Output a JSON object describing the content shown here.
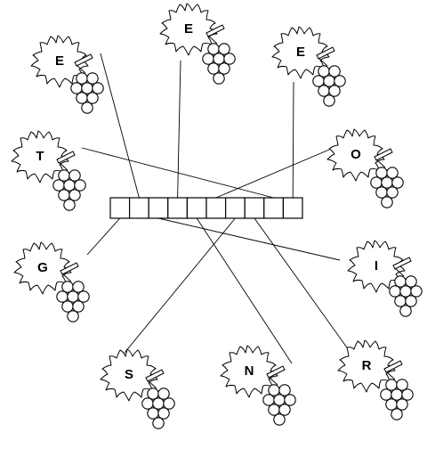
{
  "puzzle": {
    "answer_box_cells": 10,
    "letters": [
      "E",
      "E",
      "E",
      "T",
      "O",
      "G",
      "I",
      "S",
      "N",
      "R"
    ],
    "connections": [
      {
        "letter": "E",
        "to_cell": 2
      },
      {
        "letter": "E",
        "to_cell": 4
      },
      {
        "letter": "E",
        "to_cell": 10
      },
      {
        "letter": "T",
        "to_cell": 9
      },
      {
        "letter": "O",
        "to_cell": 6
      },
      {
        "letter": "G",
        "to_cell": 1
      },
      {
        "letter": "I",
        "to_cell": 3
      },
      {
        "letter": "S",
        "to_cell": 7
      },
      {
        "letter": "N",
        "to_cell": 5
      },
      {
        "letter": "R",
        "to_cell": 8
      }
    ]
  }
}
